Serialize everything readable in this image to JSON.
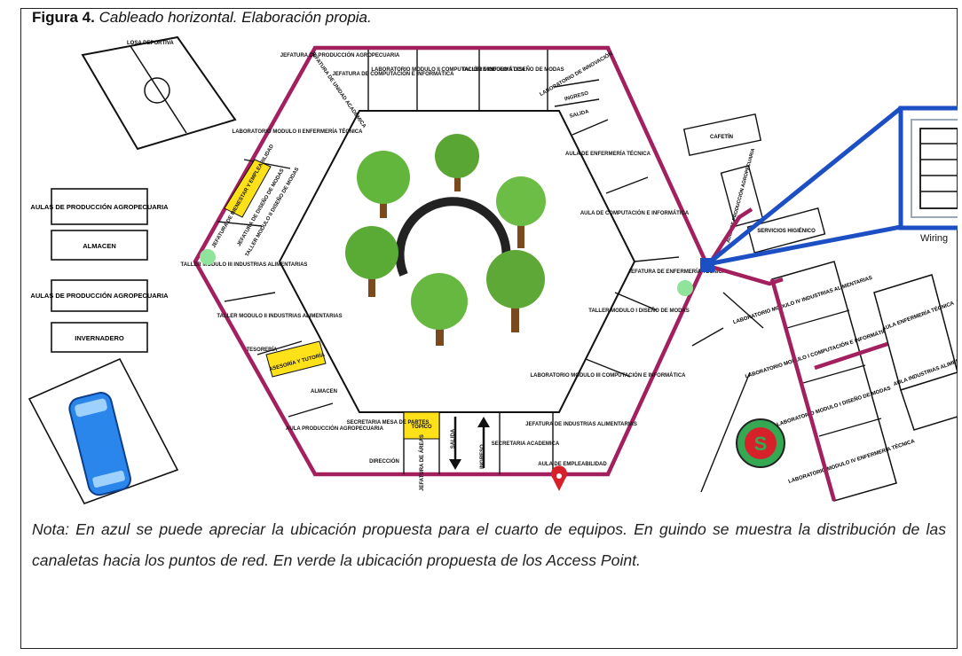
{
  "figure": {
    "label": "Figura 4.",
    "caption": "Cableado horizontal. Elaboración propia."
  },
  "note": {
    "text": "Nota: En azul se puede apreciar la ubicación propuesta para el cuarto de equipos. En guindo se muestra la distribución de las canaletas hacia los puntos de red. En verde la ubicación propuesta de los Access Point."
  },
  "colors": {
    "canaleta": "#a3205f",
    "cuarto_equipos": "#1d4fc4",
    "access_point": "#8fe39a",
    "highlight": "#ffe11a"
  },
  "map": {
    "field_label": "LOSA DEPORTIVA",
    "wiring_label": "Wiring",
    "left_buildings": [
      "AULAS DE PRODUCCIÓN AGROPECUARIA",
      "ALMACEN",
      "AULAS DE PRODUCCIÓN AGROPECUARIA",
      "INVERNADERO"
    ],
    "top_rooms": [
      "JEFATURA DE PRODUCCIÓN AGROPECUARIA",
      "JEFATURA DE UNIDAD ACADÉMICA",
      "JEFATURA DE COMPUTACIÓN E INFORMÁTICA",
      "LABORATORIO MODULO II COMPUTACIÓN E INFORMÁTICA",
      "TALLER MODULO II DISEÑO DE MODAS",
      "LABORATORIO DE INNOVACIÓN"
    ],
    "ingreso": "INGRESO",
    "salida": "SALIDA",
    "right_rooms": [
      "AULA DE ENFERMERÍA TÉCNICA",
      "AULA DE COMPUTACIÓN E INFORMÁTICA",
      "JEFATURA DE ENFERMERÍA TÉCNICA",
      "TALLER MODULO I DISEÑO DE MODAS",
      "LABORATORIO MODULO III COMPUTACIÓN E INFORMÁTICA",
      "JEFATURA DE INDUSTRIAS ALIMENTARIAS",
      "AULA DE EMPLEABILIDAD"
    ],
    "bottom_rooms": [
      "SECRETARIA ACADEMICA",
      "SALIDA",
      "INGRESO",
      "TÓPICO",
      "SECRETARIA MESA DE PARTES",
      "DIRECCIÓN",
      "JEFATURA DE ÁREAS"
    ],
    "left_rooms": [
      "LABORATORIO MODULO II ENFERMERÍA TÉCNICA",
      "JEFATURA DE BIENESTAR Y EMPLEABILIDAD",
      "JEFATURA DE DISEÑO DE MODAS",
      "TALLER MODULO II DISEÑO DE MODAS",
      "TALLER MODULO III INDUSTRIAS ALIMENTARIAS",
      "TALLER MODULO II INDUSTRIAS ALIMENTARIAS",
      "TESORERÍA",
      "ASESORÍA Y TUTORÍA",
      "ALMACEN",
      "AULA PRODUCCIÓN AGROPECUARIA"
    ],
    "east_buildings": [
      "CAFETÍN",
      "AULA DE PRODUCCIÓN AGROPECUARIA",
      "SERVICIOS HIGIÉNICO",
      "LABORATORIO MODULO IV INDUSTRIAS ALIMENTARIAS",
      "LABORATORIO MODULO I COMPUTACIÓN E INFORMÁTICA",
      "LABORATORIO MODULO I DISEÑO DE MODAS",
      "LABORATORIO MODULO IV ENFERMERÍA TÉCNICA",
      "AULA ENFERMERÍA TÉCNICA",
      "AULA INDUSTRIAS ALIMENTARIAS"
    ],
    "safety_sign": "S"
  }
}
